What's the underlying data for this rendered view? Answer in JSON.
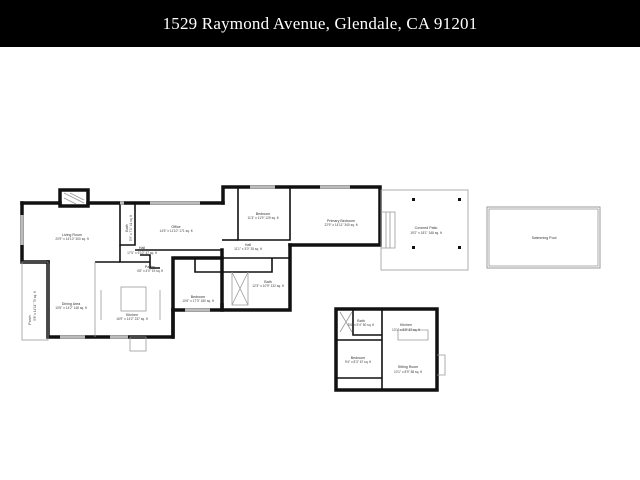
{
  "header": {
    "title": "1529 Raymond Avenue, Glendale, CA 91201"
  },
  "rooms": {
    "living_room": {
      "name": "Living Room",
      "dims": "20'9\" x 14'10\" 300 sq. ft"
    },
    "bath_1": {
      "name": "Bath",
      "dims": "5'9\" x 7'1\" 41 sq. ft"
    },
    "office": {
      "name": "Office",
      "dims": "14'5\" x 11'10\" 171 sq. ft"
    },
    "hall_1": {
      "name": "Hall",
      "dims": "17'5\" x 5'10\" 47 sq. ft"
    },
    "pantry": {
      "name": "Pantry",
      "dims": "4'8\" x 4'0\" 19 sq. ft"
    },
    "dining_area": {
      "name": "Dining Area",
      "dims": "10'5\" x 14'2\" 148 sq. ft"
    },
    "kitchen": {
      "name": "Kitchen",
      "dims": "16'9\" x 14'2\" 237 sq. ft"
    },
    "porch": {
      "name": "Porch",
      "dims": "5'8\" x 14'11\" 75 sq. ft"
    },
    "bedroom_1": {
      "name": "Bedroom",
      "dims": "10'6\" x 17'3\" 180 sq. ft"
    },
    "bedroom_2": {
      "name": "Bedroom",
      "dims": "11'3\" x 11'9\" 129 sq. ft"
    },
    "primary_bedroom": {
      "name": "Primary Bedroom",
      "dims": "22'9\" x 14'11\" 340 sq. ft"
    },
    "hall_2": {
      "name": "Hall",
      "dims": "11'1\" x 3'0\" 35 sq. ft"
    },
    "bath_2": {
      "name": "Bath",
      "dims": "12'3\" x 10'9\" 132 sq. ft"
    },
    "covered_patio": {
      "name": "Covered Patio",
      "dims": "19'2\" x 18'1\" 348 sq. ft"
    },
    "swimming_pool": {
      "name": "Swimming Pool"
    },
    "adu_bath": {
      "name": "Bath",
      "dims": "5'6\" x 9'4\" 50 sq. ft"
    },
    "adu_kitchen": {
      "name": "Kitchen",
      "dims": "10'1\" x 8'9\" 87 sq. ft"
    },
    "adu_bedroom": {
      "name": "Bedroom",
      "dims": "9'4\" x 8'3\" 67 sq. ft"
    },
    "adu_sitting_room": {
      "name": "Sitting Room",
      "dims": "10'1\" x 8'9\" 88 sq. ft"
    }
  }
}
